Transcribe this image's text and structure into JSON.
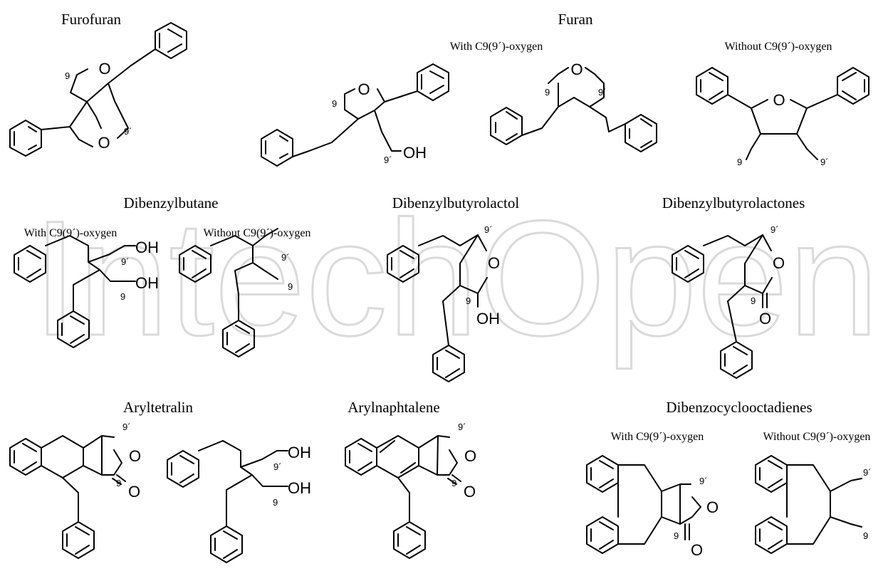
{
  "headings": {
    "furofuran": "Furofuran",
    "furan": "Furan",
    "dibenzylbutane": "Dibenzylbutane",
    "dibenzylbutyrolactol": "Dibenzylbutyrolactol",
    "dibenzylbutyrolactones": "Dibenzylbutyrolactones",
    "aryltetralin": "Aryltetralin",
    "arylnaphtalene": "Arylnaphtalene",
    "dibenzocyclooctadienes": "Dibenzocyclooctadienes"
  },
  "subheadings": {
    "with_oxygen": "With C9(9´)-oxygen",
    "without_oxygen": "Without C9(9´)-oxygen"
  },
  "atoms": {
    "O": "O",
    "OH": "OH"
  },
  "positions": {
    "c9": "9",
    "c9p": "9´"
  },
  "watermark": "IntechOpen"
}
